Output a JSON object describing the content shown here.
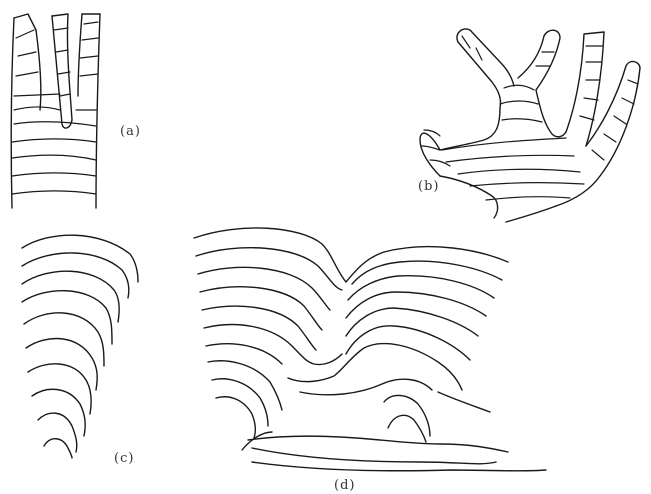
{
  "figure": {
    "panels": [
      {
        "id": "a",
        "label": "(a)"
      },
      {
        "id": "b",
        "label": "(b)"
      },
      {
        "id": "c",
        "label": "(c)"
      },
      {
        "id": "d",
        "label": "(d)"
      }
    ]
  },
  "colors": {
    "line": "#1a1a1a",
    "background": "#ffffff"
  }
}
